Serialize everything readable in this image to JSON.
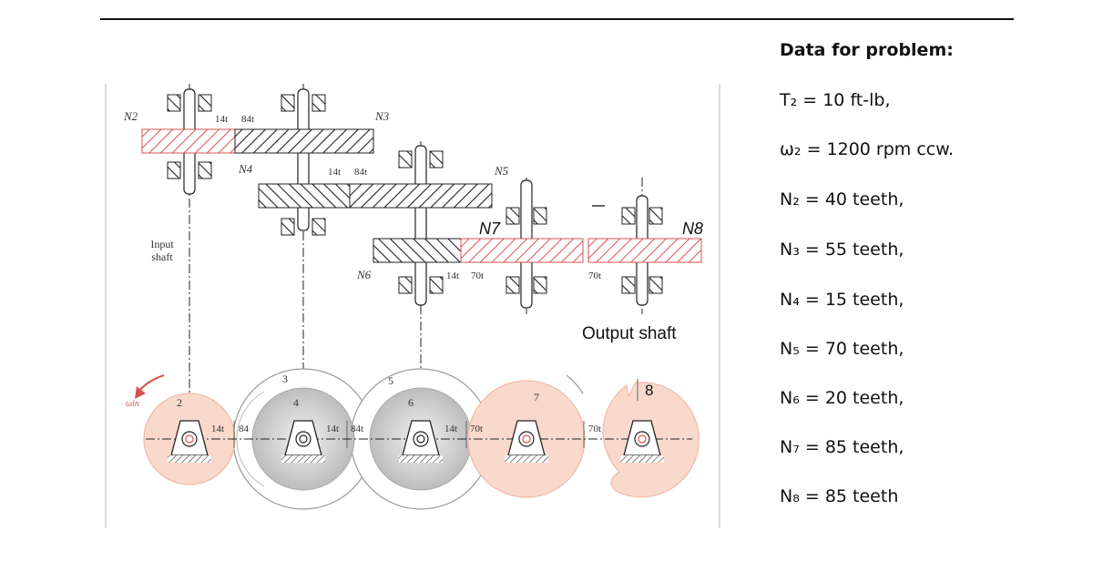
{
  "data_panel": {
    "title": "Data for problem:",
    "items": [
      "T₂ = 10 ft-lb,",
      "ω₂ = 1200 rpm ccw.",
      "N₂ = 40 teeth,",
      "N₃ = 55 teeth,",
      "N₄ = 15 teeth,",
      "N₅ = 70 teeth,",
      "N₆ = 20 teeth,",
      "N₇ = 85 teeth,",
      "N₈ = 85 teeth"
    ]
  },
  "diagram": {
    "gear_labels": {
      "n2": "N2",
      "n3": "N3",
      "n4": "N4",
      "n5": "N5",
      "n6": "N6",
      "n7": "N7",
      "n8": "N8"
    },
    "tooth_labels": {
      "a": "14t",
      "b": "84t",
      "c": "14t",
      "d": "84t",
      "e": "14t",
      "f": "70t",
      "g": "70t"
    },
    "bottom_labels": {
      "b1": "14t",
      "b2": "84",
      "b3": "14t",
      "b4": "84t",
      "b5": "14t",
      "b6": "70t",
      "b7": "70t"
    },
    "gear_numbers": {
      "g2": "2",
      "g3": "3",
      "g4": "4",
      "g5": "5",
      "g6": "6",
      "g7": "7",
      "g8": "8"
    },
    "input_shaft_line1": "Input",
    "input_shaft_line2": "shaft",
    "output_shaft": "Output shaft",
    "omega": "ωin",
    "colors": {
      "highlight_fill": "#f9d9cc",
      "highlight_stroke": "#d9534f",
      "grey_fill": "#d8d8d8"
    }
  }
}
